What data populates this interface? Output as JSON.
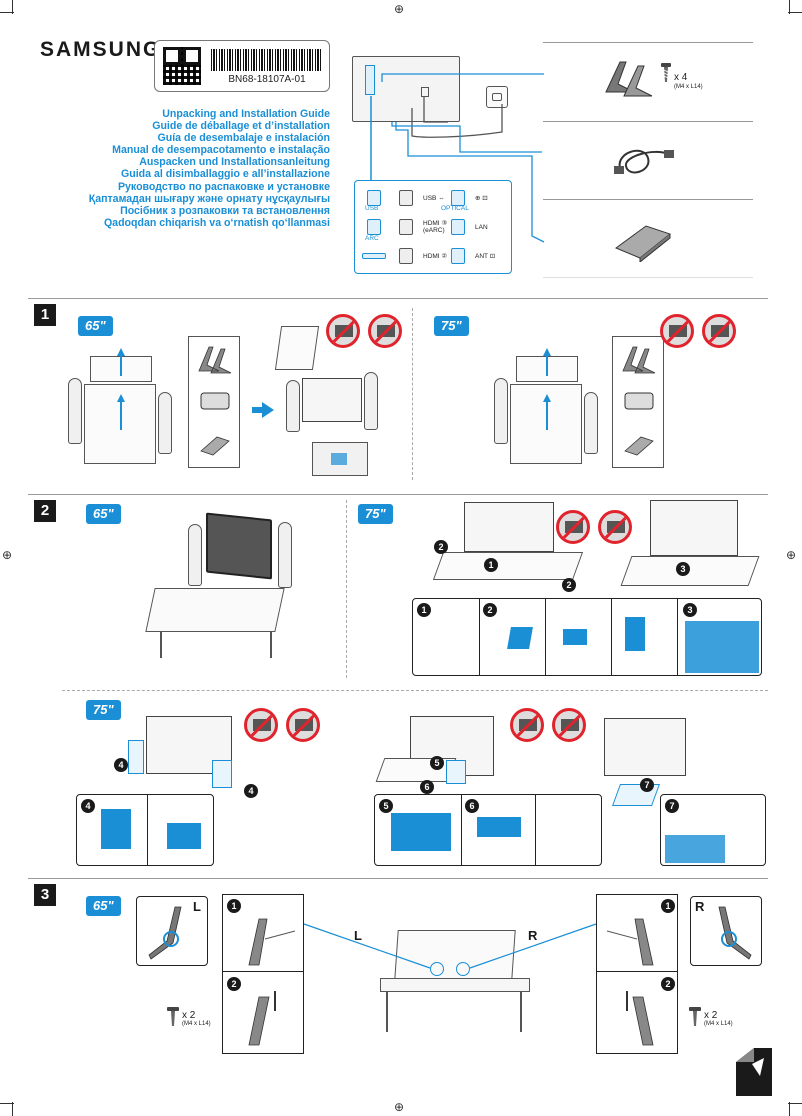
{
  "header": {
    "brand": "SAMSUNG",
    "model_code": "BN68-18107A-01",
    "titles": [
      "Unpacking and Installation Guide",
      "Guide de déballage et d’installation",
      "Guía de desembalaje e instalación",
      "Manual de desempacotamento e instalação",
      "Auspacken und Installationsanleitung",
      "Guida al disimballaggio e all’installazione",
      "Руководство по распаковке и установке",
      "Қаптамадан шығару және орнату нұсқаулығы",
      "Посібник з розпаковки та встановлення",
      "Qadoqdan chiqarish va o‘rnatish qo‘llanmasi"
    ]
  },
  "ports": {
    "usb": "USB",
    "usb_power": "USB ⇔",
    "optical": "OPTICAL",
    "arc": "ARC",
    "hdmi_earc": "HDMI ③\n(eARC)",
    "lan": "LAN",
    "hdmi2": "HDMI ②",
    "ant": "ANT ⊡",
    "ir": "⊕ ⊡"
  },
  "components": {
    "stand_qty": "x 4",
    "stand_spec": "(M4 x L14)"
  },
  "steps": {
    "step1": "1",
    "step2": "2",
    "step3": "3",
    "size65": "65\"",
    "size75": "75\"",
    "callouts": [
      "1",
      "2",
      "3",
      "4",
      "5",
      "6",
      "7"
    ]
  },
  "step3": {
    "left": "L",
    "right": "R",
    "screw_qty": "x 2",
    "screw_spec": "(M4 x L14)"
  },
  "colors": {
    "accent": "#1a8fd6",
    "warning": "#e0232c",
    "dark": "#1a1a1a"
  },
  "icons": [
    "qr-code-icon",
    "barcode-icon",
    "screw-icon",
    "power-cable-icon",
    "stand-icon",
    "remote-icon",
    "warning-no-flat-icon",
    "warning-no-lean-icon"
  ]
}
